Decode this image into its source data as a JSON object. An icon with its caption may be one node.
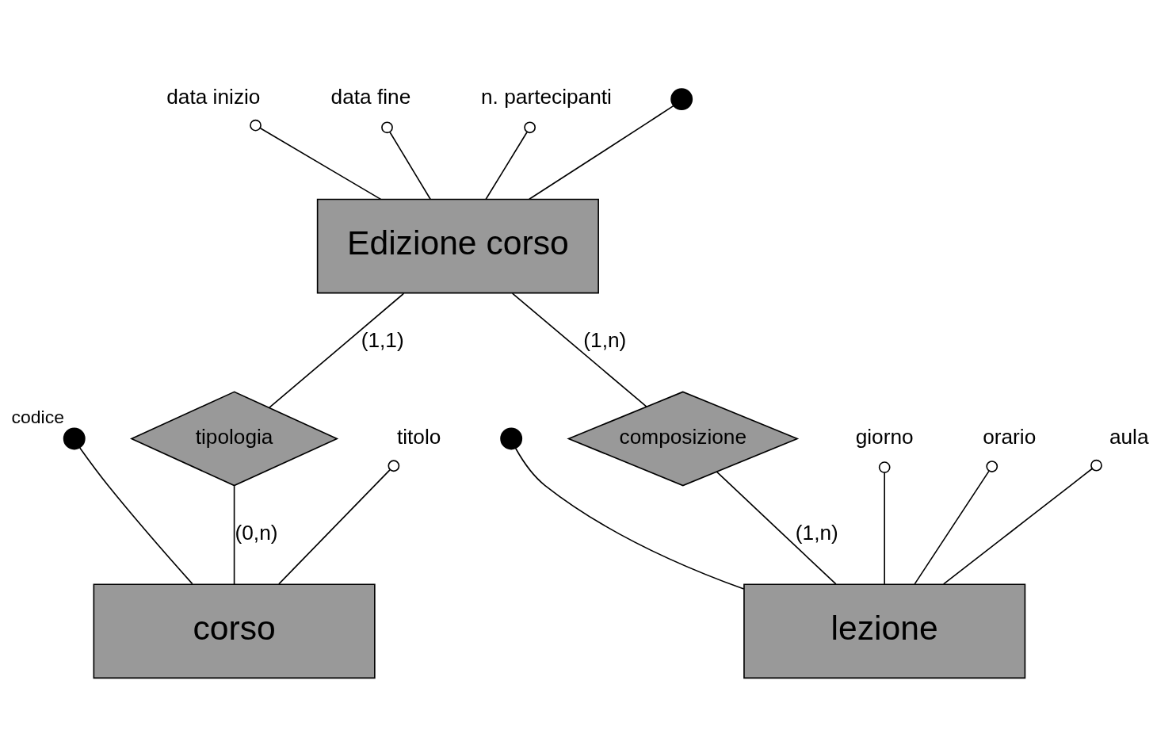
{
  "diagram": {
    "nodes": [
      {
        "text": [
          "Edizione corso"
        ]
      },
      {
        "text": [
          "tipologia"
        ]
      },
      {
        "text": [
          "composizione"
        ]
      },
      {
        "text": [
          "corso"
        ]
      },
      {
        "text": [
          "lezione"
        ]
      },
      {
        "text": [
          "data inizio"
        ]
      },
      {
        "text": [
          "data fine"
        ]
      },
      {
        "text": [
          "n. partecipanti"
        ]
      },
      {
        "text": [
          "titolo"
        ]
      },
      {
        "text": [],
        "shape": "circle",
        "beside": [
          "codice"
        ]
      },
      {
        "text": [
          "giorno"
        ]
      },
      {
        "text": [
          "orario"
        ]
      },
      {
        "text": [
          "aula"
        ]
      },
      {
        "text": [],
        "shape": "circle"
      },
      {
        "text": [],
        "shape": "circle"
      }
    ],
    "edges": [
      {
        "from": 0,
        "to": 1,
        "arrow": "none",
        "label": "(1,1)"
      },
      {
        "from": 1,
        "to": 3,
        "arrow": "none",
        "label": "(0,n)"
      },
      {
        "from": 0,
        "to": 2,
        "arrow": "none",
        "label": "(1,n)"
      },
      {
        "from": 2,
        "to": 4,
        "arrow": "none",
        "label": "(1,n)"
      },
      {
        "from": 5,
        "to": 0,
        "arrow": "other"
      },
      {
        "from": 6,
        "to": 0,
        "arrow": "other"
      },
      {
        "from": 7,
        "to": 0,
        "arrow": "other"
      },
      {
        "from": 8,
        "to": 3,
        "arrow": "other"
      },
      {
        "from": 9,
        "to": 3,
        "arrow": "none"
      },
      {
        "from": 10,
        "to": 4,
        "arrow": "other"
      },
      {
        "from": 11,
        "to": 4,
        "arrow": "other"
      },
      {
        "from": 12,
        "to": 4,
        "arrow": "other"
      },
      {
        "from": 13,
        "to": 0,
        "arrow": "none"
      },
      {
        "from": 14,
        "to": 4,
        "arrow": "none"
      }
    ]
  }
}
